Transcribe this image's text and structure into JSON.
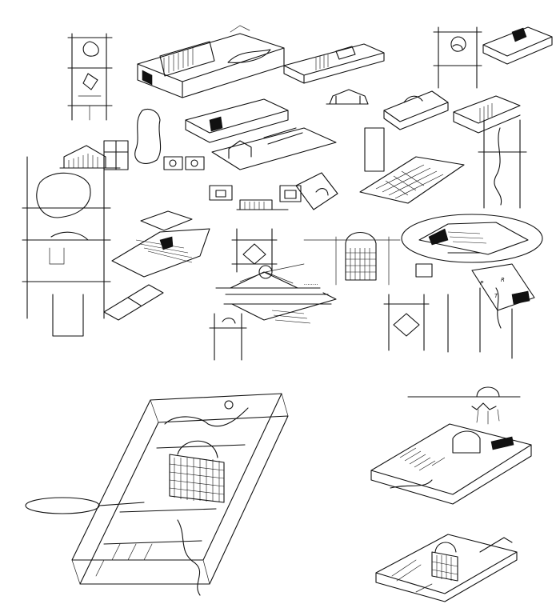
{
  "sheet": {
    "ink_color": "#111111",
    "paper_color": "#ffffff",
    "scribble_note": "........",
    "handwritten_letters": [
      "P",
      "R",
      "T"
    ]
  }
}
